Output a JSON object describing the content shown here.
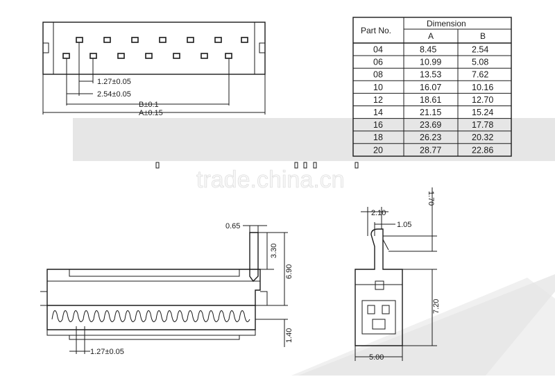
{
  "top_view": {
    "pitch_label": "1.27±0.05",
    "row_pitch_label": "2.54±0.05",
    "b_label": "B±0.1",
    "a_label": "A±0.15"
  },
  "table": {
    "header_part": "Part No.",
    "header_dimension": "Dimension",
    "header_a": "A",
    "header_b": "B",
    "rows": [
      {
        "part": "04",
        "a": "8.45",
        "b": "2.54"
      },
      {
        "part": "06",
        "a": "10.99",
        "b": "5.08"
      },
      {
        "part": "08",
        "a": "13.53",
        "b": "7.62"
      },
      {
        "part": "10",
        "a": "16.07",
        "b": "10.16"
      },
      {
        "part": "12",
        "a": "18.61",
        "b": "12.70"
      },
      {
        "part": "14",
        "a": "21.15",
        "b": "15.24"
      },
      {
        "part": "16",
        "a": "23.69",
        "b": "17.78"
      },
      {
        "part": "18",
        "a": "26.23",
        "b": "20.32"
      },
      {
        "part": "20",
        "a": "28.77",
        "b": "22.86"
      }
    ]
  },
  "watermark": "trade.china.cn",
  "front_view": {
    "dim_065": "0.65",
    "dim_330": "3.30",
    "dim_690": "6.90",
    "dim_140": "1.40",
    "pitch_label": "1.27±0.05"
  },
  "side_view": {
    "dim_210": "2.10",
    "dim_105": "1.05",
    "dim_170": "1.70",
    "dim_720": "7.20",
    "dim_500": "5.00"
  },
  "colors": {
    "line": "#1a1a1a",
    "band": "#e6e6e6",
    "background": "#ffffff"
  }
}
